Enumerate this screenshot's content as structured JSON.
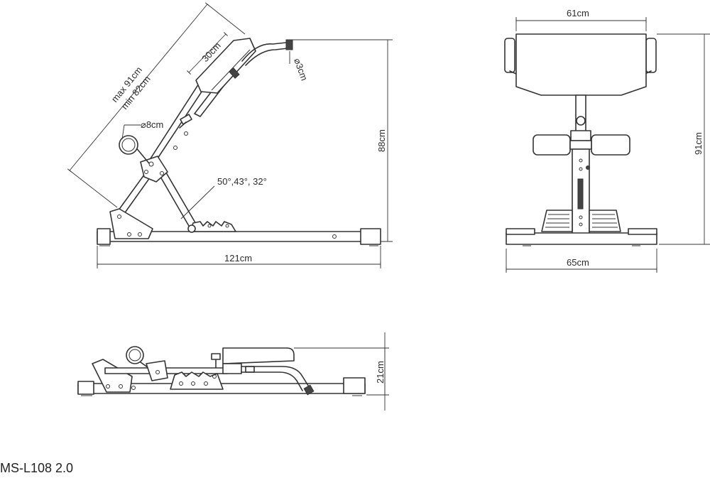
{
  "model": "MS-L108 2.0",
  "side_view": {
    "pad_length": "30cm",
    "arm_length_max": "max 91cm",
    "arm_length_min": "min 82cm",
    "handle_diameter": "⌀3cm",
    "roller_diameter": "⌀8cm",
    "angles": "50°,43°, 32°",
    "height": "88cm",
    "length": "121cm"
  },
  "front_view": {
    "pad_width": "61cm",
    "height": "91cm",
    "base_width": "65cm"
  },
  "folded_view": {
    "height": "21cm"
  }
}
